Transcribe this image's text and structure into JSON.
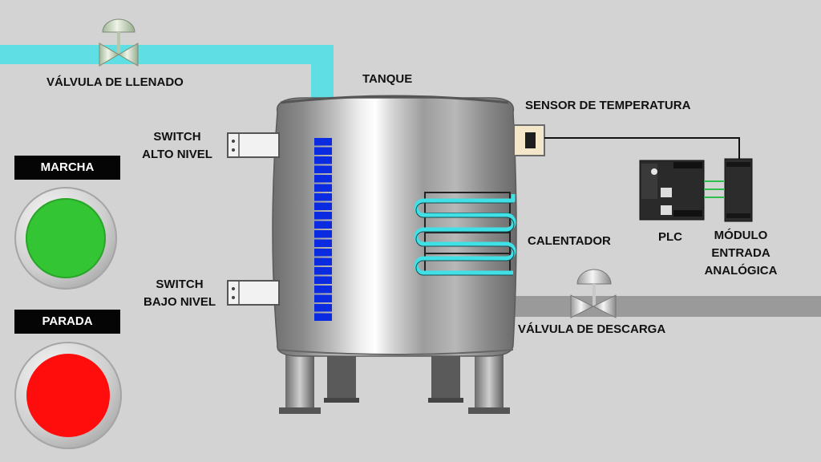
{
  "labels": {
    "fill_valve": "VÁLVULA DE  LLENADO",
    "tank": "TANQUE",
    "temp_sensor": "SENSOR DE TEMPERATURA",
    "high_switch_1": "SWITCH",
    "high_switch_2": "ALTO NIVEL",
    "low_switch_1": "SWITCH",
    "low_switch_2": "BAJO NIVEL",
    "heater": "CALENTADOR",
    "plc": "PLC",
    "module_1": "MÓDULO",
    "module_2": "ENTRADA",
    "module_3": "ANALÓGICA",
    "drain_valve": "VÁLVULA DE DESCARGA"
  },
  "buttons": {
    "start_label": "MARCHA",
    "stop_label": "PARADA"
  },
  "colors": {
    "start": "#33c533",
    "stop": "#ff0d0d",
    "fill_pipe": "#5fdfe4",
    "level_bar": "#0b2be0",
    "coil": "#3fe0e6"
  },
  "level_indicator_segments": 20
}
